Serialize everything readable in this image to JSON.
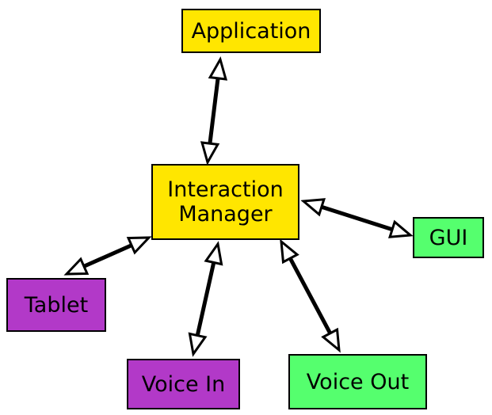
{
  "colors": {
    "core": "#ffe600",
    "input": "#b239c8",
    "output": "#55ff6e",
    "line": "#000000"
  },
  "nodes": {
    "application": "Application",
    "interaction_manager": "Interaction\nManager",
    "gui": "GUI",
    "tablet": "Tablet",
    "voice_in": "Voice In",
    "voice_out": "Voice Out"
  },
  "connections": [
    {
      "from": "application",
      "to": "interaction_manager",
      "arrows": "both"
    },
    {
      "from": "interaction_manager",
      "to": "gui",
      "arrows": "both"
    },
    {
      "from": "interaction_manager",
      "to": "tablet",
      "arrows": "both"
    },
    {
      "from": "interaction_manager",
      "to": "voice_in",
      "arrows": "both"
    },
    {
      "from": "interaction_manager",
      "to": "voice_out",
      "arrows": "both"
    }
  ]
}
